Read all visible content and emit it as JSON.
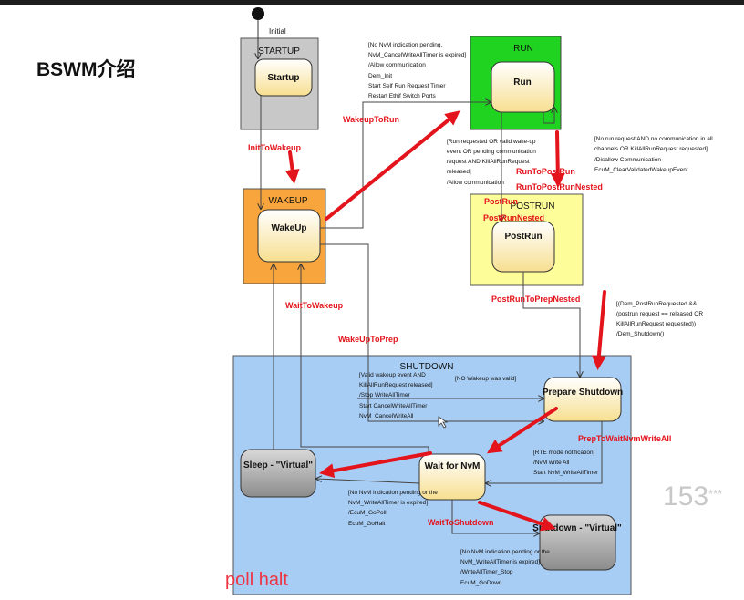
{
  "title": "BSWM介绍",
  "diagram": {
    "initial": "Initial",
    "composite_states": {
      "startup": "STARTUP",
      "run": "RUN",
      "wakeup": "WAKEUP",
      "postrun": "POSTRUN",
      "shutdown": "SHUTDOWN"
    },
    "states": {
      "startup": "Startup",
      "run": "Run",
      "wakeup": "WakeUp",
      "postrun": "PostRun",
      "prepare_shutdown": "Prepare Shutdown",
      "wait_for_nvm": "Wait for NvM",
      "sleep_virtual": "Sleep - \"Virtual\"",
      "shutdown_virtual": "Shutdown - \"Virtual\""
    },
    "transitions": {
      "init_to_wakeup": "InitToWakeup",
      "wakeup_to_run": "WakeupToRun",
      "run_to_postrun": "RunToPostRun",
      "run_to_postrun_nested": "RunToPostRunNested",
      "postrun": "PostRun",
      "postrun_nested": "PostRunNested",
      "postrun_to_prep_nested": "PostRunToPrepNested",
      "wait_to_wakeup": "WaitToWakeup",
      "wakeup_to_prep": "WakeUpToPrep",
      "prep_to_wait": "PrepToWait",
      "nvm_write_all": ":NvmWriteAll",
      "wait_to_shutdown": "WaitToShutdown"
    },
    "notes": {
      "run_entry": [
        "[No NvM indication pending,",
        "NvM_CancelWriteAllTimer is expired]",
        "/Allow communication",
        "Dem_Init",
        "Start Self Run Request Timer",
        "Restart Ethif Switch Ports"
      ],
      "run_request": [
        "[Run requested OR valid wake-up",
        "event OR pending communication",
        "request AND KillAllRunRequest",
        "released]",
        "/Allow communication"
      ],
      "no_run_request": [
        "[No run request AND no communication in all",
        "channels OR KillAllRunRequest requested]",
        "/Disallow Communication",
        "EcuM_ClearValidatedWakeupEvent"
      ],
      "dem_postrun": [
        "[(Dem_PostRunRequested &&",
        "(postrun request == released OR",
        "KillAllRunRequest requested))",
        "/Dem_Shutdown()"
      ],
      "valid_wakeup": [
        "[Valid wakeup event AND",
        "KillAllRunRequest released]",
        "/Stop WriteAllTimer",
        "Start CancelWriteAllTimer",
        "NvM_CancelWriteAll"
      ],
      "no_wakeup": "[NO Wakeup was valid]",
      "rte_notification": [
        "[RTE mode notification]",
        "/NvM write All",
        "Start NvM_WriteAllTimer"
      ],
      "no_nvm_poll": [
        "[No NvM indication pending or the",
        "NvM_WriteAllTimer is expired]",
        "/EcuM_GoPoll",
        "EcuM_GoHalt"
      ],
      "no_nvm_down": [
        "[No NvM indication pending or the",
        "NvM_WriteAllTimer is expired]",
        "/WriteAllTimer_Stop",
        "EcuM_GoDown"
      ]
    }
  },
  "watermark": {
    "number": "153",
    "stars": "***"
  },
  "handwritten_note": "poll halt",
  "colors": {
    "startup_fill": "#c8c8c8",
    "run_fill": "#21d321",
    "wakeup_fill": "#f7a53c",
    "postrun_fill": "#fdfd9a",
    "shutdown_fill": "#a8cdf4",
    "state_fill": "#fdf3c9",
    "virtual_fill": "#9f9f9f",
    "annotation_red": "#e4141c"
  }
}
